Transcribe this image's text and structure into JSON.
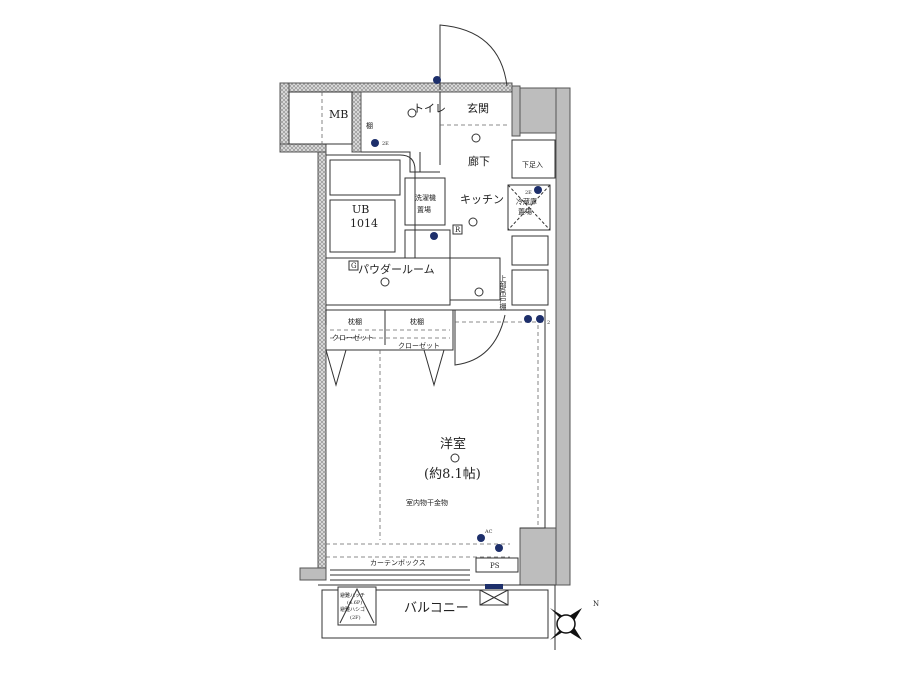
{
  "plan": {
    "rooms": {
      "mb": "MB",
      "toilet": "トイレ",
      "entrance": "玄関",
      "hallway": "廊下",
      "shoe_cabinet": "下足入",
      "kitchen": "キッチン",
      "fridge_space_1": "冷蔵庫",
      "fridge_space_2": "置場",
      "washer_space_1": "洗濯機",
      "washer_space_2": "置場",
      "shelf": "棚",
      "unit_bath": "UB",
      "unit_bath_size": "1014",
      "powder_room": "パウダールーム",
      "upper_cabinet": "上部吊戸棚",
      "pillow_shelf_1": "枕棚",
      "pillow_shelf_2": "枕棚",
      "closet_1": "クローゼット",
      "closet_2": "クローゼット",
      "western_room": "洋室",
      "western_room_size": "(約8.1帖)",
      "drying_hardware": "室内物干金物",
      "curtain_box": "カーテンボックス",
      "ps": "PS",
      "balcony": "バルコニー",
      "hatch_1": "避難ハッチ",
      "hatch_2": "(4.6P)",
      "hatch_3": "避難ハシゴ",
      "hatch_4": "(2F)"
    },
    "symbols": {
      "r": "R",
      "g": "G",
      "e2_toilet": "2E",
      "e2_fridge": "2E",
      "ac": "AC",
      "two": "2",
      "north": "N"
    }
  }
}
